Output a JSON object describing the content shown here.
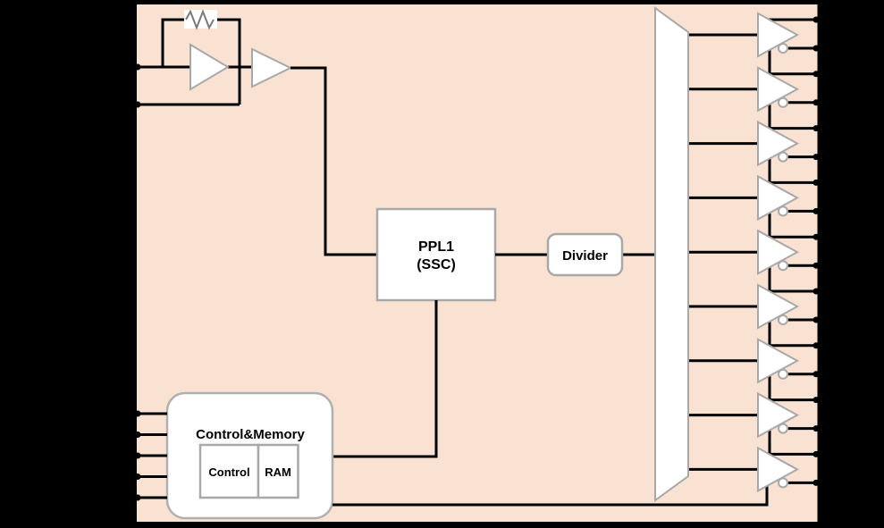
{
  "diagram": {
    "kind": "clock-generator-ic-block-diagram",
    "colors": {
      "canvas_background": "#000000",
      "chip_fill": "#fae2d3",
      "chip_border": "#000000",
      "wire": "#000000",
      "block_fill": "#ffffff",
      "block_border": "#a8a8a8",
      "rounded_border": "#b0b0b0",
      "resistor_stroke": "#7a7a7a"
    },
    "oscillator": {
      "input_pin_count": 2,
      "amplifier_count": 2,
      "feedback_resistor": "resistor"
    },
    "pll_block": {
      "line1": "PPL1",
      "line2": "(SSC)"
    },
    "divider_block": {
      "label": "Divider"
    },
    "control_memory_block": {
      "label": "Control&Memory",
      "control_label": "Control",
      "ram_label": "RAM",
      "input_pin_count": 5
    },
    "output_stage": {
      "fanout_shape": "trapezoid-mux",
      "buffer_count": 9,
      "outputs_per_buffer": 2,
      "inverted_output": true
    }
  }
}
